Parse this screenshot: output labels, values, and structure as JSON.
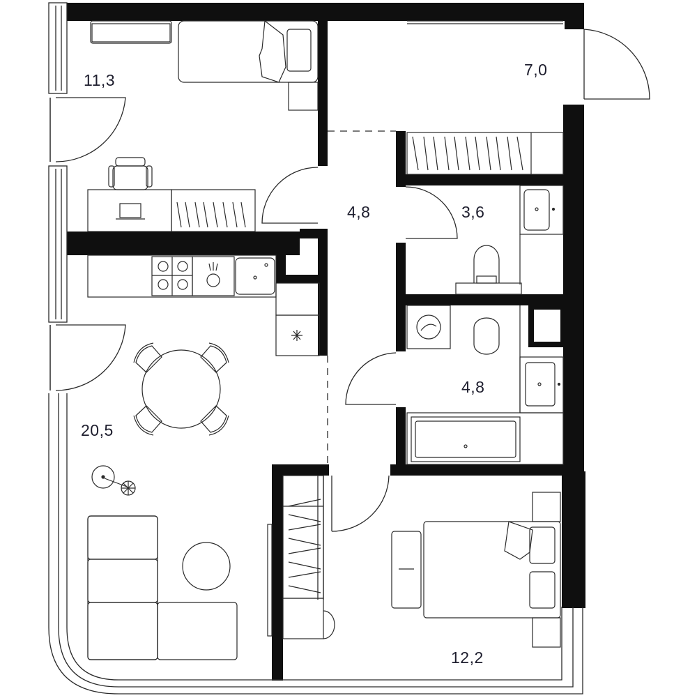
{
  "plan": {
    "colors": {
      "wall": "#0f0f0f",
      "line": "#2a2a2a",
      "label": "#1e1e2e",
      "background": "#ffffff"
    },
    "rooms": {
      "bedroom_small": {
        "area": "11,3"
      },
      "balcony": {
        "area": "7,0"
      },
      "hall": {
        "area": "4,8"
      },
      "bathroom_small": {
        "area": "3,6"
      },
      "bathroom_large": {
        "area": "4,8"
      },
      "living_kitchen": {
        "area": "20,5"
      },
      "bedroom_master": {
        "area": "12,2"
      }
    }
  }
}
